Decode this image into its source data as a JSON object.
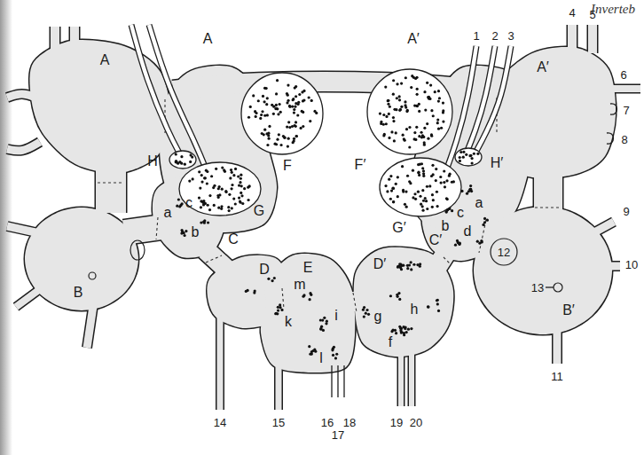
{
  "diagram": {
    "labels": [
      "Inverteb",
      "A",
      "A′",
      "1",
      "2",
      "3",
      "4",
      "5",
      "6",
      "A",
      "A′",
      "F",
      "F′",
      "7",
      "8",
      "H",
      "H′",
      "G",
      "G′",
      "c",
      "a",
      "b",
      "C",
      "c",
      "a",
      "b",
      "d",
      "C′",
      "9",
      "12",
      "10",
      "D",
      "E",
      "D′",
      "m",
      "h",
      "i",
      "k",
      "g",
      "13",
      "B",
      "B′",
      "l",
      "f",
      "11",
      "14",
      "15",
      "16",
      "17",
      "18",
      "19",
      "20"
    ]
  }
}
